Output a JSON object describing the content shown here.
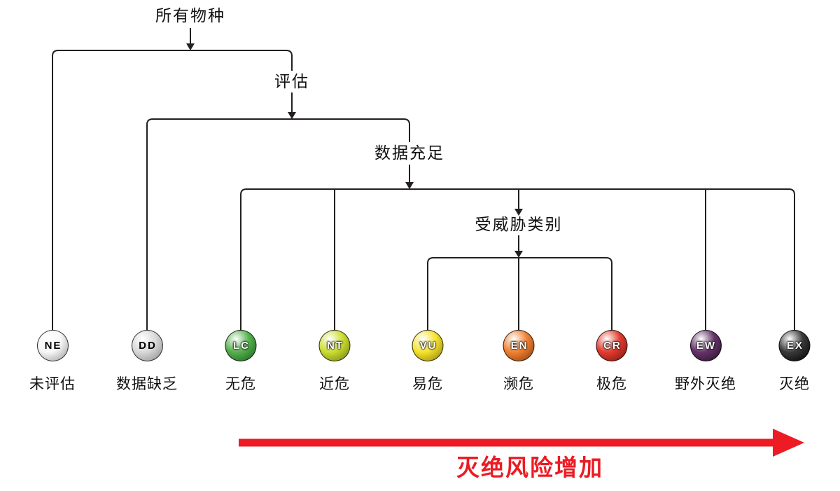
{
  "diagram": {
    "nodes": {
      "root": "所有物种",
      "evaluated": "评估",
      "adequate_data": "数据充足",
      "threatened": "受威胁类别"
    },
    "line_color": "#231f20"
  },
  "categories": [
    {
      "code": "NE",
      "label": "未评估",
      "color": "#f7f7f7",
      "shadow": "#9a9a9a",
      "text_color": "#000000"
    },
    {
      "code": "DD",
      "label": "数据缺乏",
      "color": "#d9d9d9",
      "shadow": "#8c8c8c",
      "text_color": "#000000"
    },
    {
      "code": "LC",
      "label": "无危",
      "color": "#55b04d",
      "shadow": "#1c6020",
      "text_color": "#ffffff"
    },
    {
      "code": "NT",
      "label": "近危",
      "color": "#cbdd2f",
      "shadow": "#6f7d16",
      "text_color": "#ffffff"
    },
    {
      "code": "VU",
      "label": "易危",
      "color": "#f5e32b",
      "shadow": "#8f7e12",
      "text_color": "#ffffff"
    },
    {
      "code": "EN",
      "label": "濒危",
      "color": "#f08132",
      "shadow": "#8a3c10",
      "text_color": "#ffffff"
    },
    {
      "code": "CR",
      "label": "极危",
      "color": "#e23b2e",
      "shadow": "#7a150f",
      "text_color": "#ffffff"
    },
    {
      "code": "EW",
      "label": "野外灭绝",
      "color": "#66336b",
      "shadow": "#241028",
      "text_color": "#ffffff"
    },
    {
      "code": "EX",
      "label": "灭绝",
      "color": "#3a3a3a",
      "shadow": "#000000",
      "text_color": "#ffffff"
    }
  ],
  "risk_arrow": {
    "label": "灭绝风险增加",
    "color": "#ec1b24"
  }
}
